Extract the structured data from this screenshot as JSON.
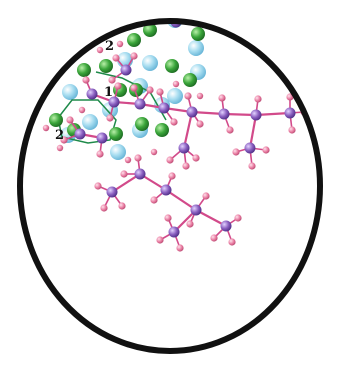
{
  "labels": {
    "site_top": "2",
    "site_middle": "1",
    "site_left": "2"
  },
  "colors": {
    "frame": "#111111",
    "carbon_atom": "#8a5fc0",
    "hydrogen_atom": "#e87aa0",
    "bond": "#d24a8a",
    "metal_large": "#3aa53a",
    "metal_small": "#8fd4ea",
    "surface_bond": "#1f8a4a"
  }
}
